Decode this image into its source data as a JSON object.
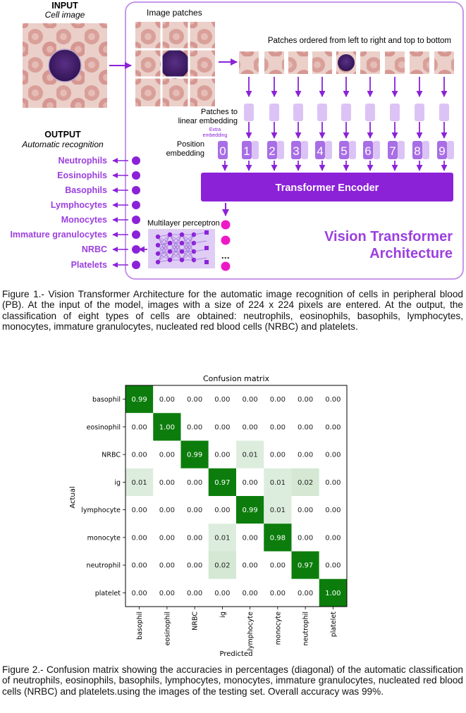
{
  "figure1": {
    "input_title": "INPUT",
    "input_subtitle": "Cell image",
    "patches_title": "Image patches",
    "ordered_title": "Patches ordered from left to right and top to bottom",
    "linear_label": [
      "Patches to",
      "linear embedding"
    ],
    "extra_label": [
      "Extra",
      "embedding"
    ],
    "position_label": [
      "Position",
      "embedding"
    ],
    "position_numbers": [
      "0",
      "1",
      "2",
      "3",
      "4",
      "5",
      "6",
      "7",
      "8",
      "9"
    ],
    "encoder_label": "Transformer Encoder",
    "mlp_label": "Multilayer perceptron",
    "vit_title": [
      "Vision Transformer",
      "Architecture"
    ],
    "output_title": "OUTPUT",
    "output_subtitle": "Automatic recognition",
    "classes": [
      "Neutrophils",
      "Eosinophils",
      "Basophils",
      "Lymphocytes",
      "Monocytes",
      "Immature granulocytes",
      "NRBC",
      "Platelets"
    ],
    "colors": {
      "purple": "#8b22d8",
      "light_purple": "#dcc3f5",
      "magenta": "#ee19c6",
      "cell_bg": "#e8c8c3",
      "rbc": "#d7928e"
    }
  },
  "caption1": "Figure 1.- Vision Transformer Architecture for the automatic image recognition of cells in peripheral blood (PB). At the input of the model, images with a size of 224 x 224 pixels are entered. At the output, the classification of eight types of cells are obtained: neutrophils, eosinophils, basophils, lymphocytes, monocytes, immature granulocytes, nucleated red blood cells (NRBC) and platelets.",
  "chart_data": {
    "type": "heatmap",
    "title": "Confusion matrix",
    "xlabel": "Predicted",
    "ylabel": "Actual",
    "rows": [
      "basophil",
      "eosinophil",
      "NRBC",
      "ig",
      "lymphocyte",
      "monocyte",
      "neutrophil",
      "platelet"
    ],
    "cols": [
      "basophil",
      "eosinophil",
      "NRBC",
      "ig",
      "lymphocyte",
      "monocyte",
      "neutrophil",
      "platelet"
    ],
    "values": [
      [
        "0.99",
        "0.00",
        "0.00",
        "0.00",
        "0.00",
        "0.00",
        "0.00",
        "0.00"
      ],
      [
        "0.00",
        "1.00",
        "0.00",
        "0.00",
        "0.00",
        "0.00",
        "0.00",
        "0.00"
      ],
      [
        "0.00",
        "0.00",
        "0.99",
        "0.00",
        "0.01",
        "0.00",
        "0.00",
        "0.00"
      ],
      [
        "0.01",
        "0.00",
        "0.00",
        "0.97",
        "0.00",
        "0.01",
        "0.02",
        "0.00"
      ],
      [
        "0.00",
        "0.00",
        "0.00",
        "0.00",
        "0.99",
        "0.01",
        "0.00",
        "0.00"
      ],
      [
        "0.00",
        "0.00",
        "0.00",
        "0.01",
        "0.00",
        "0.98",
        "0.00",
        "0.00"
      ],
      [
        "0.00",
        "0.00",
        "0.00",
        "0.02",
        "0.00",
        "0.00",
        "0.97",
        "0.00"
      ],
      [
        "0.00",
        "0.00",
        "0.00",
        "0.00",
        "0.00",
        "0.00",
        "0.00",
        "1.00"
      ]
    ],
    "colors": {
      "high": "#0c7d0c",
      "low": "#ffffff",
      "text_high": "#ffffff",
      "text_low": "#222222"
    }
  },
  "caption2": "Figure 2.- Confusion matrix showing the accuracies in percentages (diagonal) of the automatic classification of neutrophils, eosinophils, basophils, lymphocytes, monocytes, immature granulocytes, nucleated red blood cells (NRBC) and platelets.using the images of the testing set. Overall accuracy was 99%."
}
